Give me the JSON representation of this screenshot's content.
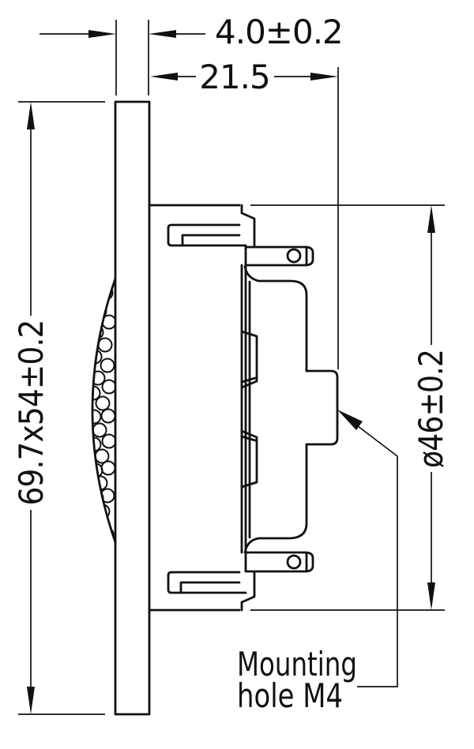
{
  "drawing": {
    "dimensions": {
      "flange_thickness": "4.0±0.2",
      "mounting_depth": "21.5",
      "faceplate_size": "69.7x54±0.2",
      "body_diameter": "ø46±0.2"
    },
    "leader_note": {
      "line1": "Mounting",
      "line2": "hole M4"
    }
  },
  "colors": {
    "line": "#111111",
    "background": "#ffffff"
  }
}
